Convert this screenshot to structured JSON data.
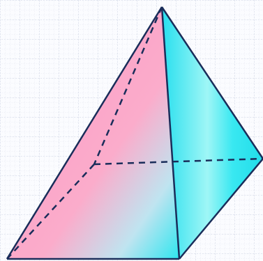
{
  "figure": {
    "kind": "square pyramid",
    "edge_color": "#1a2d5a",
    "grid_color": "#c9cfe0",
    "grid_minor_color": "#e6e9f2",
    "background": "#fbfcff",
    "colors": {
      "left_face_start": "#fb9dc4",
      "left_face_end": "#fdb9d2",
      "right_face_start": "#27e8f0",
      "right_face_end": "#9ef6f5",
      "highlight": "#ffffff",
      "pink_tint": "#f7a6c8",
      "cyan_tint": "#2be6ef"
    },
    "edges": {
      "visible": "solid",
      "hidden": "dashed"
    },
    "labels": []
  }
}
